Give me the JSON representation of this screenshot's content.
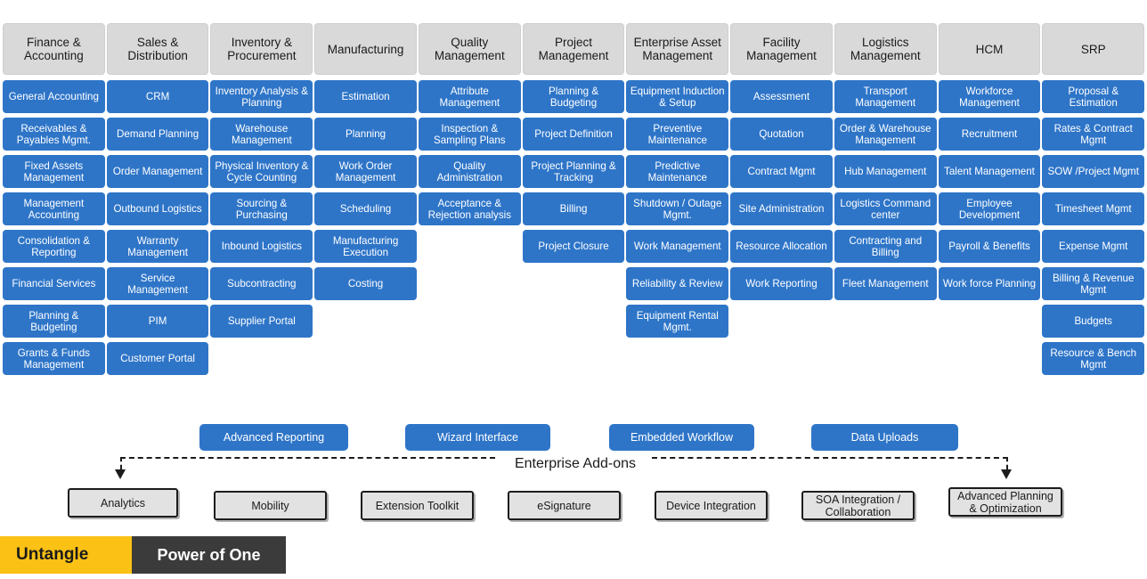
{
  "columns": [
    {
      "header": "Finance & Accounting",
      "modules": [
        "General Accounting",
        "Receivables  & Payables Mgmt.",
        "Fixed Assets Management",
        "Management Accounting",
        "Consolidation & Reporting",
        "Financial Services",
        "Planning & Budgeting",
        "Grants & Funds Management"
      ]
    },
    {
      "header": "Sales & Distribution",
      "modules": [
        "CRM",
        "Demand Planning",
        "Order Management",
        "Outbound Logistics",
        "Warranty Management",
        "Service Management",
        "PIM",
        "Customer Portal"
      ]
    },
    {
      "header": "Inventory & Procurement",
      "modules": [
        "Inventory Analysis & Planning",
        "Warehouse Management",
        "Physical Inventory & Cycle Counting",
        "Sourcing & Purchasing",
        "Inbound Logistics",
        "Subcontracting",
        "Supplier Portal"
      ]
    },
    {
      "header": "Manufacturing",
      "modules": [
        "Estimation",
        "Planning",
        "Work Order Management",
        "Scheduling",
        "Manufacturing Execution",
        "Costing"
      ]
    },
    {
      "header": "Quality Management",
      "modules": [
        "Attribute Management",
        "Inspection & Sampling Plans",
        "Quality Administration",
        "Acceptance & Rejection analysis"
      ]
    },
    {
      "header": "Project Management",
      "modules": [
        "Planning & Budgeting",
        "Project Definition",
        "Project Planning & Tracking",
        "Billing",
        "Project Closure"
      ]
    },
    {
      "header": "Enterprise Asset Management",
      "modules": [
        "Equipment Induction & Setup",
        "Preventive Maintenance",
        "Predictive Maintenance",
        "Shutdown / Outage Mgmt.",
        "Work Management",
        "Reliability & Review",
        "Equipment Rental Mgmt."
      ]
    },
    {
      "header": "Facility Management",
      "modules": [
        "Assessment",
        "Quotation",
        "Contract Mgmt",
        "Site Administration",
        "Resource Allocation",
        "Work Reporting"
      ]
    },
    {
      "header": "Logistics Management",
      "modules": [
        "Transport Management",
        "Order & Warehouse Management",
        "Hub Management",
        "Logistics Command center",
        "Contracting and Billing",
        "Fleet Management"
      ]
    },
    {
      "header": "HCM",
      "modules": [
        "Workforce Management",
        "Recruitment",
        "Talent Management",
        "Employee Development",
        "Payroll & Benefits",
        "Work force Planning"
      ]
    },
    {
      "header": "SRP",
      "modules": [
        "Proposal & Estimation",
        "Rates & Contract Mgmt",
        "SOW /Project Mgmt",
        "Timesheet Mgmt",
        "Expense Mgmt",
        "Billing & Revenue Mgmt",
        "Budgets",
        "Resource & Bench Mgmt"
      ]
    }
  ],
  "addons": {
    "title": "Enterprise Add-ons",
    "chips": [
      "Advanced Reporting",
      "Wizard Interface",
      "Embedded Workflow",
      "Data Uploads"
    ],
    "boxes": [
      "Analytics",
      "Mobility",
      "Extension Toolkit",
      "eSignature",
      "Device Integration",
      "SOA Integration / Collaboration",
      "Advanced Planning & Optimization"
    ]
  },
  "footer": {
    "untangle": "Untangle",
    "power_of_one": "Power of One"
  },
  "colors": {
    "module_blue": "#2e75c8",
    "header_gray": "#d9d9d9",
    "box_gray": "#e2e2e2",
    "footer_yellow": "#fbc115",
    "footer_dark": "#3b3b3b"
  }
}
